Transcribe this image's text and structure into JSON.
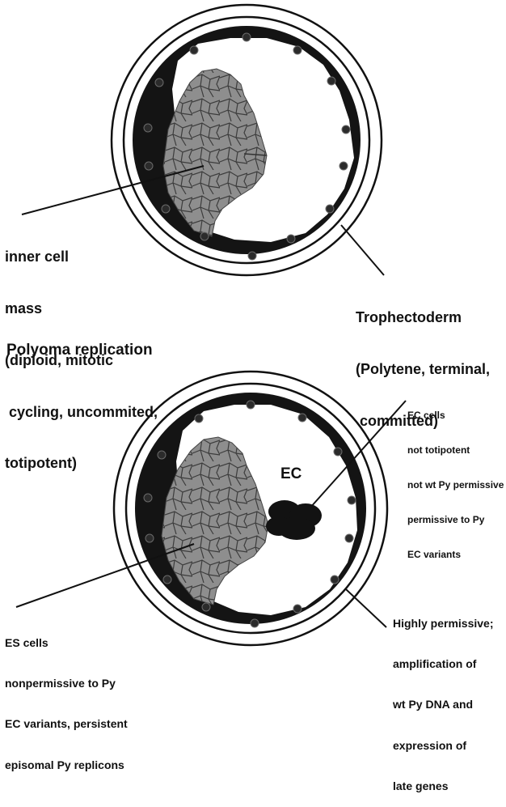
{
  "top_diagram": {
    "inner_cell_mass": {
      "line1": "inner cell",
      "line2": "mass",
      "line3": "(diploid, mitotic",
      "line4": " cycling, uncommited,",
      "line5": "totipotent)"
    },
    "trophectoderm": {
      "line1": "Trophectoderm",
      "line2": "(Polytene, terminal,",
      "line3": " committed)"
    }
  },
  "section_heading": "Polyoma replication",
  "bottom_diagram": {
    "ec_cells_note": {
      "line1": "EC cells",
      "line2": "not totipotent",
      "line3": "not wt Py permissive",
      "line4": "permissive to Py",
      "line5": "EC variants"
    },
    "ec_label": "EC",
    "es_cells_note": {
      "line1": "ES cells",
      "line2": "nonpermissive to Py",
      "line3": "EC variants, persistent",
      "line4": "episomal Py replicons"
    },
    "trophectoderm_note": {
      "line1": "Highly permissive;",
      "line2": "amplification of",
      "line3": "wt Py DNA and",
      "line4": "expression of",
      "line5": "late genes"
    }
  },
  "colors": {
    "wall": "#141414",
    "icm_fill": "#8a8a8a",
    "icm_cells": "#3a3a3a",
    "ec_cluster": "#121212",
    "background": "#ffffff"
  }
}
